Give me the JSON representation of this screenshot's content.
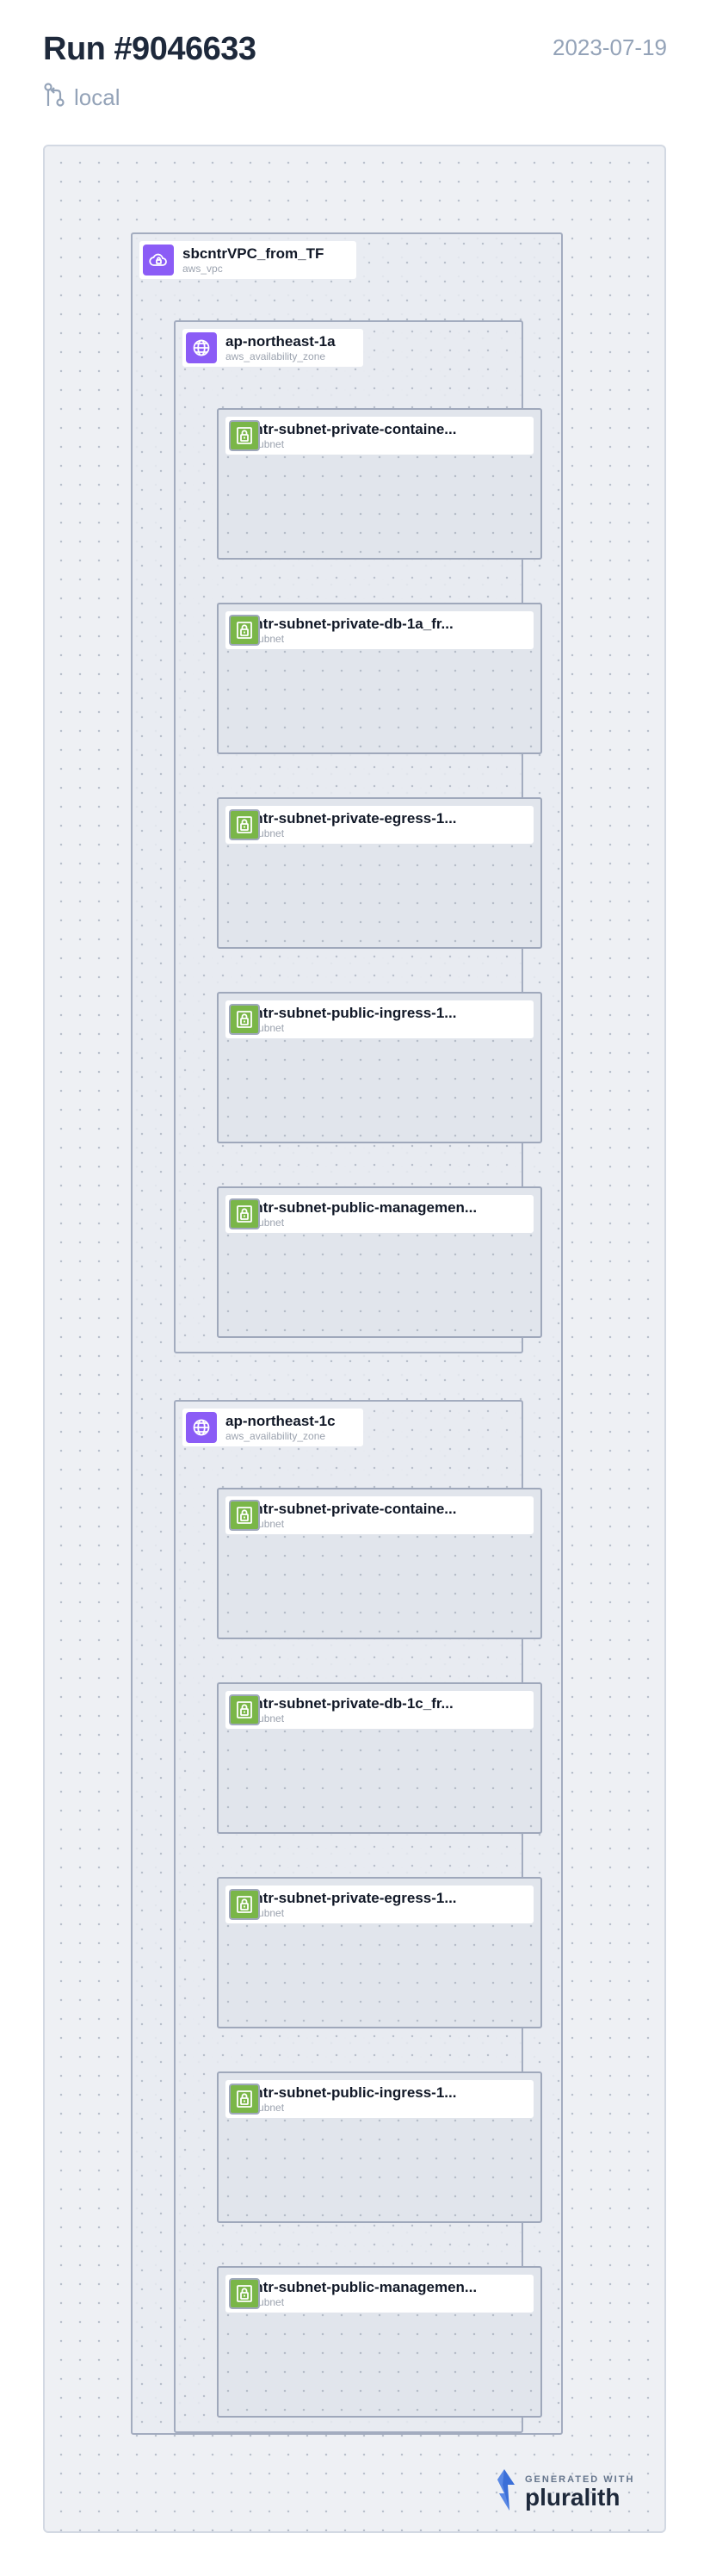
{
  "header": {
    "title": "Run #9046633",
    "date": "2023-07-19",
    "branch": "local"
  },
  "vpc": {
    "name": "sbcntrVPC_from_TF",
    "type": "aws_vpc",
    "zones": [
      {
        "name": "ap-northeast-1a",
        "type": "aws_availability_zone",
        "subnets": [
          {
            "name": "sbcntr-subnet-private-containe...",
            "type": "aws_subnet"
          },
          {
            "name": "sbcntr-subnet-private-db-1a_fr...",
            "type": "aws_subnet"
          },
          {
            "name": "sbcntr-subnet-private-egress-1...",
            "type": "aws_subnet"
          },
          {
            "name": "sbcntr-subnet-public-ingress-1...",
            "type": "aws_subnet"
          },
          {
            "name": "sbcntr-subnet-public-managemen...",
            "type": "aws_subnet"
          }
        ]
      },
      {
        "name": "ap-northeast-1c",
        "type": "aws_availability_zone",
        "subnets": [
          {
            "name": "sbcntr-subnet-private-containe...",
            "type": "aws_subnet"
          },
          {
            "name": "sbcntr-subnet-private-db-1c_fr...",
            "type": "aws_subnet"
          },
          {
            "name": "sbcntr-subnet-private-egress-1...",
            "type": "aws_subnet"
          },
          {
            "name": "sbcntr-subnet-public-ingress-1...",
            "type": "aws_subnet"
          },
          {
            "name": "sbcntr-subnet-public-managemen...",
            "type": "aws_subnet"
          }
        ]
      }
    ]
  },
  "brand": {
    "generated_with": "GENERATED WITH",
    "name": "pluralith"
  },
  "colors": {
    "vpc_icon": "#8b5cf6",
    "zone_icon": "#8b5cf6",
    "subnet_icon": "#7ab648",
    "group_border": "#a3acbf",
    "brand_logo": "#3b6fd8"
  },
  "icons": {
    "branch": "git-branch-icon",
    "vpc": "vpc-cloud-icon",
    "zone": "globe-icon",
    "subnet": "lock-icon",
    "brand": "pluralith-logo-icon"
  }
}
